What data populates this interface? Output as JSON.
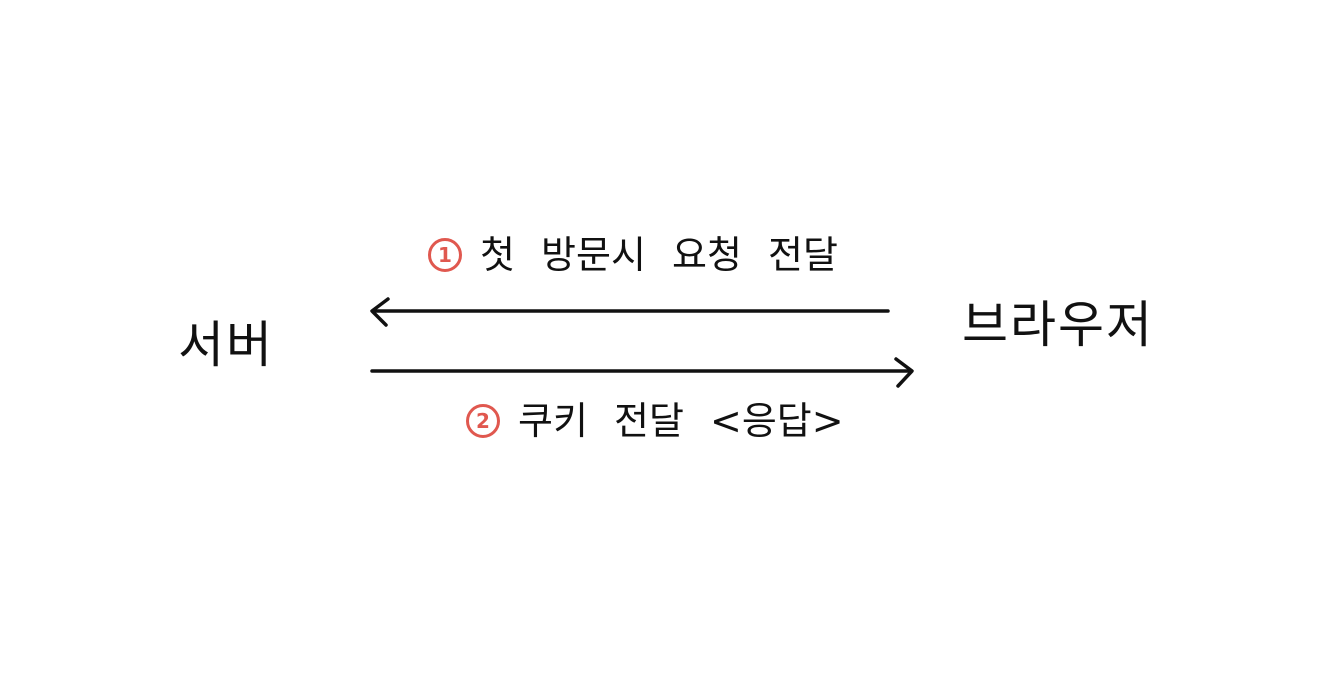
{
  "nodes": {
    "server": "서버",
    "browser": "브라우저"
  },
  "edges": {
    "request": {
      "step": "1",
      "label": "첫 방문시   요청 전달"
    },
    "response": {
      "step": "2",
      "label": "쿠키  전달 <응답>"
    }
  },
  "colors": {
    "ink": "#111111",
    "step_accent": "#e0584f",
    "background": "#ffffff"
  }
}
